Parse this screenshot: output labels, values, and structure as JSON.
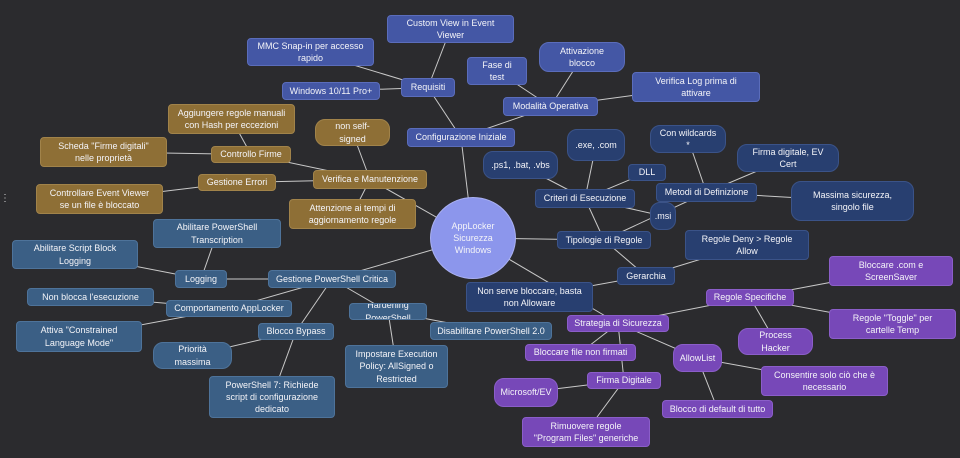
{
  "root": "AppLocker\nSicurezza Windows",
  "nodes": {
    "config": "Configurazione Iniziale",
    "req": "Requisiti",
    "custom_view": "Custom View in Event\nViewer",
    "mmc": "MMC Snap-in per accesso\nrapido",
    "win": "Windows 10/11 Pro+",
    "modalita": "Modalità Operativa",
    "test": "Fase di test",
    "attivazione": "Attivazione blocco",
    "verifica_log": "Verifica Log prima di\nattivare",
    "criteri": "Criteri di Esecuzione",
    "exe": ".exe, .com",
    "ps1": ".ps1, .bat, .vbs",
    "dll": "DLL",
    "msi": ".msi",
    "tipologie": "Tipologie di Regole",
    "metodi": "Metodi di Definizione",
    "wildcards": "Con wildcards *",
    "firma_cert": "Firma digitale, EV Cert",
    "massima": "Massima sicurezza,\nsingolo file",
    "gerarchia": "Gerarchia",
    "deny_allow": "Regole Deny > Regole\nAllow",
    "non_serve": "Non serve bloccare, basta\nnon Alloware",
    "strategia": "Strategia di Sicurezza",
    "specifiche": "Regole Specifiche",
    "bloccare_com": "Bloccare .com e\nScreenSaver",
    "toggle": "Regole \"Toggle\" per\ncartelle Temp",
    "process_hacker": "Process Hacker",
    "bloccare_non_firmati": "Bloccare file non firmati",
    "allowlist": "AllowList",
    "consentire": "Consentire solo ciò che è\nnecessario",
    "blocco_default": "Blocco di default di tutto",
    "firma_digitale": "Firma Digitale",
    "microsoft_ev": "Microsoft/EV",
    "rimuovere": "Rimuovere regole\n\"Program Files\" generiche",
    "verifica_manut": "Verifica e Manutenzione",
    "non_self": "non self-signed",
    "controllo_firme": "Controllo Firme",
    "aggiungere": "Aggiungere regole manuali\ncon Hash per eccezioni",
    "scheda_firme": "Scheda \"Firme digitali\"\nnelle proprietà",
    "gestione_errori": "Gestione Errori",
    "controllare_ev": "Controllare Event Viewer\nse un file è bloccato",
    "attenzione": "Attenzione ai tempi di\naggiornamento regole",
    "ps_critica": "Gestione PowerShell Critica",
    "logging": "Logging",
    "abilitare_transcription": "Abilitare PowerShell\nTranscription",
    "abilitare_script": "Abilitare Script Block\nLogging",
    "comportamento": "Comportamento AppLocker",
    "non_blocca": "Non blocca l'esecuzione",
    "attiva_clm": "Attiva \"Constrained\nLanguage Mode\"",
    "blocco_bypass": "Blocco Bypass",
    "priorita": "Priorità massima",
    "ps7": "PowerShell 7: Richiede\nscript di configurazione\ndedicato",
    "hardening": "Hardening PowerShell",
    "impostare_ep": "Impostare Execution\nPolicy: AllSigned o\nRestricted",
    "disabilitare_ps2": "Disabilitare PowerShell 2.0"
  },
  "colors": {
    "background": "#2b2b2e",
    "root": "#8c96ec",
    "blue": "#4457a5",
    "dark_blue": "#283f70",
    "slate": "#3b5f85",
    "brown": "#8e6f36",
    "purple": "#7748b8",
    "edge": "#c9c9c9"
  }
}
